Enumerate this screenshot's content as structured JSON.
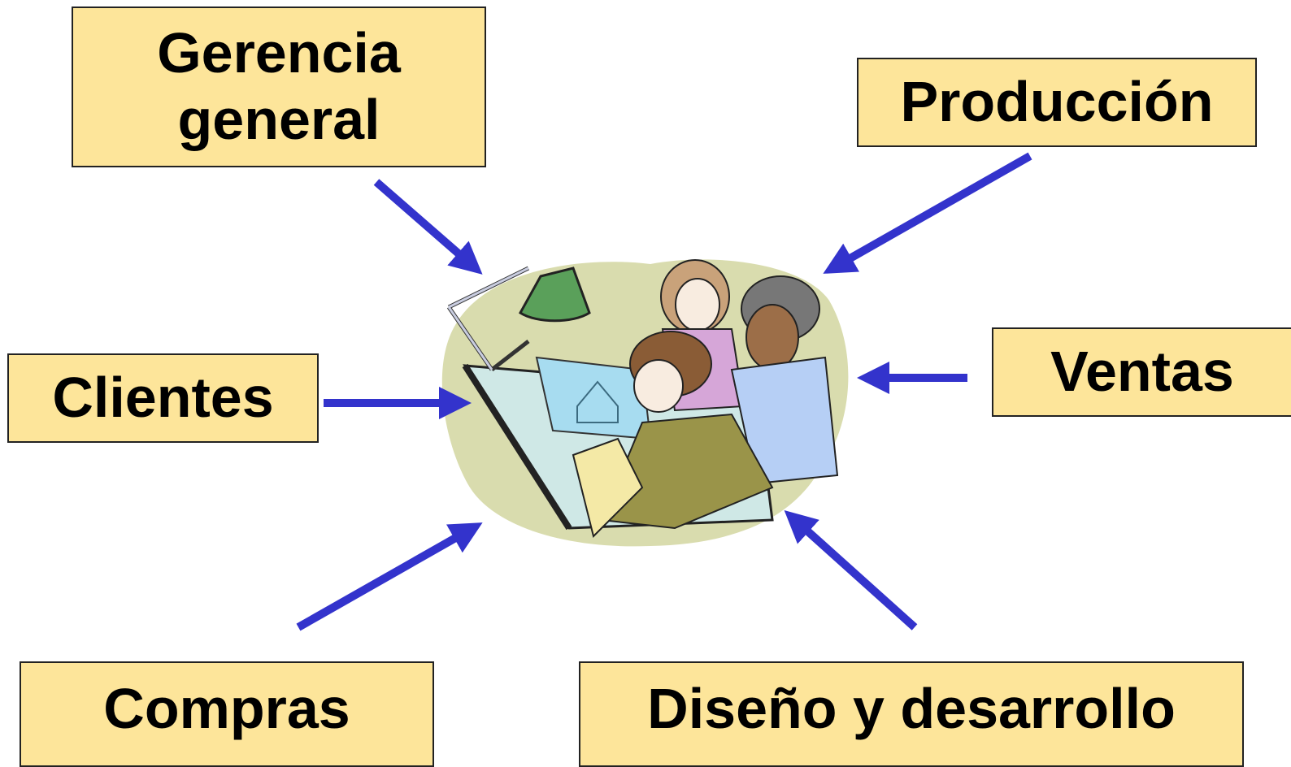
{
  "nodes": {
    "gerencia": "Gerencia\ngeneral",
    "produccion": "Producción",
    "clientes": "Clientes",
    "ventas": "Ventas",
    "compras": "Compras",
    "diseno": "Diseño y desarrollo"
  },
  "colors": {
    "box_fill": "#fde59a",
    "box_border": "#222222",
    "arrow": "#3333cc",
    "blob": "#d9dcae"
  },
  "center_image": {
    "icon": "team-at-drafting-table-clipart"
  }
}
